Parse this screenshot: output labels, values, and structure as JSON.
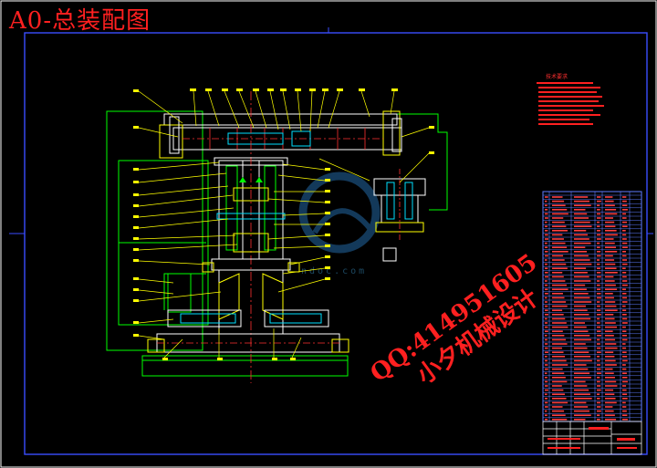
{
  "drawing": {
    "sheet_title": "A0-总装配图",
    "notes_title": "技术要求",
    "watermark_site": "ndoc.com",
    "watermark_qq": "QQ:414951605",
    "watermark_author": "小夕机械设计"
  },
  "colors": {
    "background": "#000000",
    "frame": "#3a4dff",
    "outline": "#00ff00",
    "part": "#ffff00",
    "detail": "#ffffff",
    "centerline": "#ff3030",
    "accent": "#ff2020",
    "table": "#5f7cff",
    "cyan": "#00e0ff"
  }
}
